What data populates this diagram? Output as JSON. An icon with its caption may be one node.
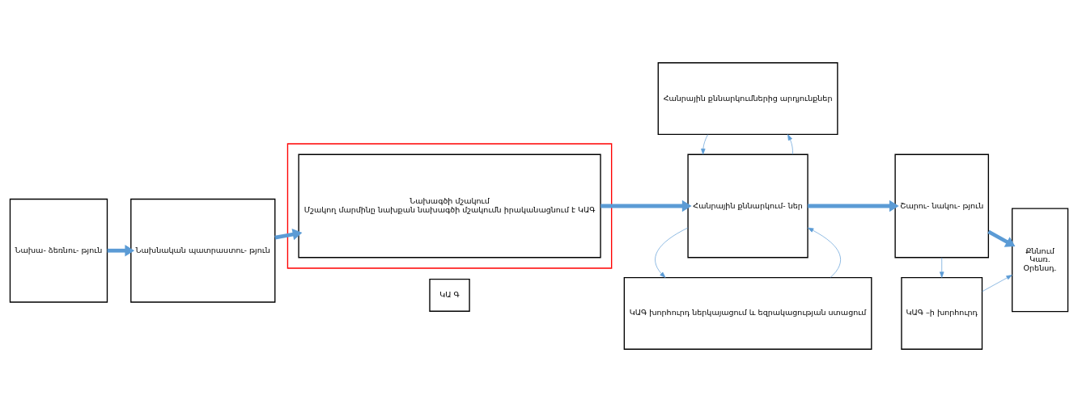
{
  "diagram": {
    "nodes": [
      {
        "text": [
          "Նախա- ձեռնու- թյուն"
        ]
      },
      {
        "text": [
          "Նախնական պատրաստու- թյուն"
        ]
      },
      {
        "text": [],
        "shape": "box"
      },
      {
        "text": [
          "Նախագծի մշակում",
          "Մշակող մարմինը նախքան նախագծի մշակումն իրականացնում է ԿԱԳ"
        ],
        "in": 2
      },
      {
        "text": [
          "ԿԱ Գ"
        ]
      },
      {
        "text": [
          "Հանրային քննարկում- ներ"
        ]
      },
      {
        "text": [
          "Շարու- նակու- թյուն"
        ]
      },
      {
        "text": [
          "Քննում",
          "Կառ.",
          "Օրենսդ."
        ]
      },
      {
        "text": [
          "ԿԱԳ խորհուրդ ներկայացում և եզրակացության ստացում"
        ]
      },
      {
        "text": [
          "Հանրային քննարկումներից արդյունքներ"
        ]
      },
      {
        "text": [
          "ԿԱԳ –ի խորհուրդ"
        ]
      }
    ],
    "edges": [
      {
        "from": 0,
        "to": 1,
        "arrow": "to",
        "style": "thick"
      },
      {
        "from": 1,
        "to": 3,
        "arrow": "to",
        "style": "thick"
      },
      {
        "from": 3,
        "to": 5,
        "arrow": "to",
        "style": "thick"
      },
      {
        "from": 5,
        "to": 6,
        "arrow": "to",
        "style": "thick"
      },
      {
        "from": 6,
        "to": 7,
        "arrow": "to",
        "style": "thick"
      },
      {
        "from": 8,
        "to": 5,
        "arrow": "to"
      },
      {
        "from": 5,
        "to": 8,
        "arrow": "to"
      },
      {
        "from": 5,
        "to": 9,
        "arrow": "to"
      },
      {
        "from": 9,
        "to": 5,
        "arrow": "to"
      },
      {
        "from": 6,
        "to": 10,
        "arrow": "to"
      },
      {
        "from": 10,
        "to": 7,
        "arrow": "to"
      }
    ]
  }
}
